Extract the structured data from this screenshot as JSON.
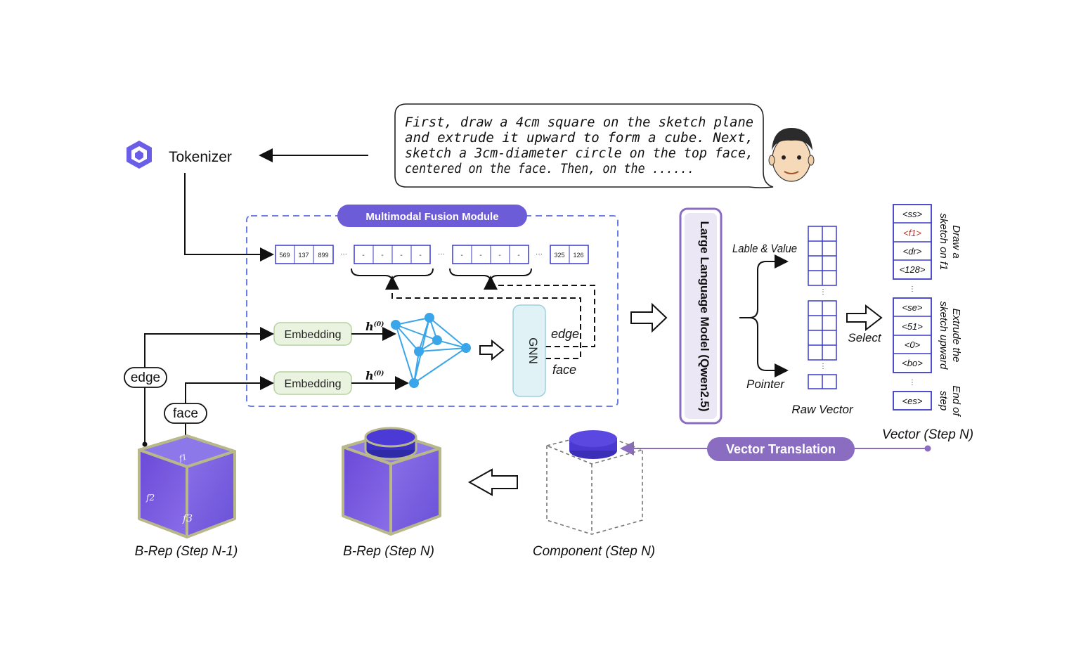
{
  "speech": {
    "lines": [
      "First, draw a 4cm square on the sketch plane",
      "and extrude it upward to form a cube. Next,",
      "sketch a 3cm-diameter circle on the top face,",
      "centered on the face. Then, on the ......"
    ]
  },
  "tokenizer": {
    "label": "Tokenizer"
  },
  "fusion": {
    "title": "Multimodal Fusion Module",
    "tokens_left": [
      "569",
      "137",
      "899"
    ],
    "tokens_right": [
      "325",
      "126"
    ],
    "placeholder": "-",
    "ellipsis": "···",
    "embedding_label": "Embedding",
    "h_edge": "h",
    "h_face": "h",
    "gnn_label": "GNN",
    "edge_label": "edge",
    "face_label": "face"
  },
  "inputs": {
    "edge_tag": "edge",
    "face_tag": "face"
  },
  "llm": {
    "label": "Large Language Model (Qwen2.5)"
  },
  "outputs": {
    "lable_value": "Lable & Value",
    "pointer": "Pointer",
    "raw_vector": "Raw Vector",
    "select": "Select",
    "vector_step": "Vector (Step N)",
    "group1": [
      "<ss>",
      "<f1>",
      "<dr>",
      "<128>"
    ],
    "group2": [
      "<se>",
      "<51>",
      "<0>",
      "<bo>"
    ],
    "group3": [
      "<es>"
    ],
    "note1": [
      "Draw a",
      "sketch on f1"
    ],
    "note2": [
      "Extrude the",
      "sketch upward"
    ],
    "note3": [
      "End of",
      "step"
    ]
  },
  "bottom": {
    "vector_translation": "Vector Translation",
    "brep_prev": "B-Rep (Step N-1)",
    "brep_curr": "B-Rep (Step N)",
    "component": "Component (Step N)",
    "face_f1": "f1",
    "face_f2": "f2",
    "face_f3": "f3"
  },
  "colors": {
    "purple_dark": "#5b3fd0",
    "purple_pill": "#6c5cd8",
    "translation_pill": "#8a6cc0",
    "blue_box": "#3b3bc8",
    "cube_fill": "#7b5ae0",
    "cube_edge": "#b8b88a",
    "embedding_fill": "#eaf3df",
    "gnn_fill": "#e1f2f6",
    "graph_blue": "#3aa5e8",
    "dashed_blue": "#6a7ee6"
  }
}
